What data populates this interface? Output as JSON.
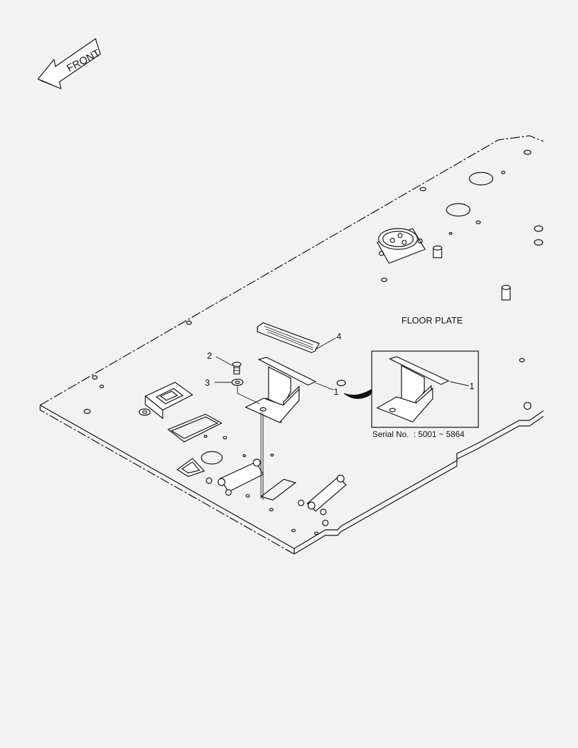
{
  "front_label": "FRONT",
  "title": "FLOOR PLATE",
  "callouts": {
    "c1": "1",
    "c1_inset": "1",
    "c2": "2",
    "c3": "3",
    "c4": "4"
  },
  "inset": {
    "serial_label": "Serial No.  : 5001 ~ 5864"
  }
}
